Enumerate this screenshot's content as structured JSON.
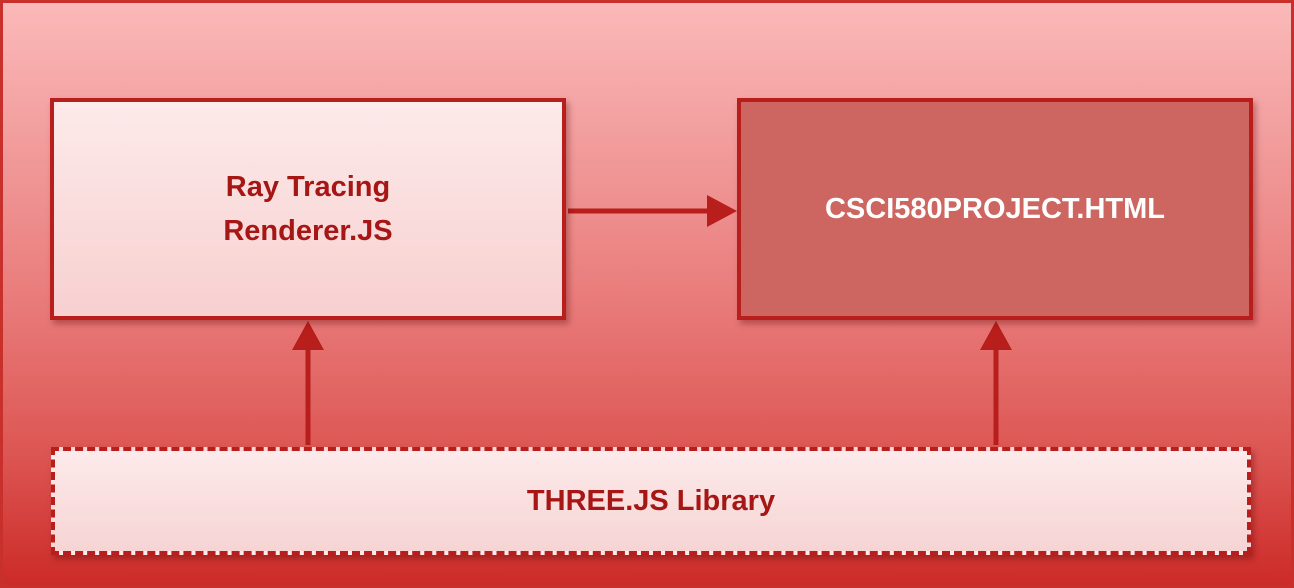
{
  "diagram": {
    "nodes": {
      "renderer": {
        "line1": "Ray Tracing",
        "line2": "Renderer.JS"
      },
      "html": {
        "label": "CSCI580PROJECT.HTML"
      },
      "library": {
        "label": "THREE.JS Library"
      }
    },
    "edges": [
      {
        "from": "renderer",
        "to": "html"
      },
      {
        "from": "library",
        "to": "renderer"
      },
      {
        "from": "library",
        "to": "html"
      }
    ],
    "colors": {
      "border": "#b81e1c",
      "arrow": "#b81e1c",
      "text": "#a61615",
      "html_box_fill": "#cd6661"
    }
  }
}
